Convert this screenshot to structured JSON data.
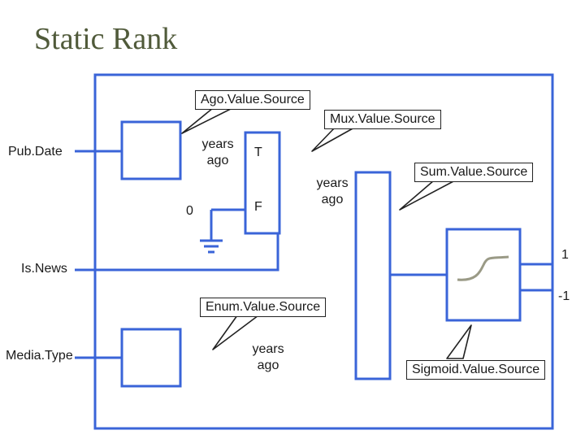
{
  "title": "Static Rank",
  "inputs": {
    "pubdate": "Pub.Date",
    "isnews": "Is.News",
    "mediatype": "Media.Type"
  },
  "callouts": {
    "ago": "Ago.Value.Source",
    "mux": "Mux.Value.Source",
    "sum": "Sum.Value.Source",
    "enum": "Enum.Value.Source",
    "sigmoid": "Sigmoid.Value.Source"
  },
  "labels": {
    "years_ago_1": [
      "years",
      "ago"
    ],
    "years_ago_2": [
      "years",
      "ago"
    ],
    "years_ago_3": [
      "years",
      "ago"
    ],
    "mux_true": "T",
    "mux_false": "F",
    "zero": "0",
    "sig_high": "1",
    "sig_low": "-1"
  },
  "colors": {
    "wire": "#3a64d8",
    "callout_border": "#222222",
    "sigmoid_curve": "#9a9a86",
    "title": "#505a3a"
  }
}
